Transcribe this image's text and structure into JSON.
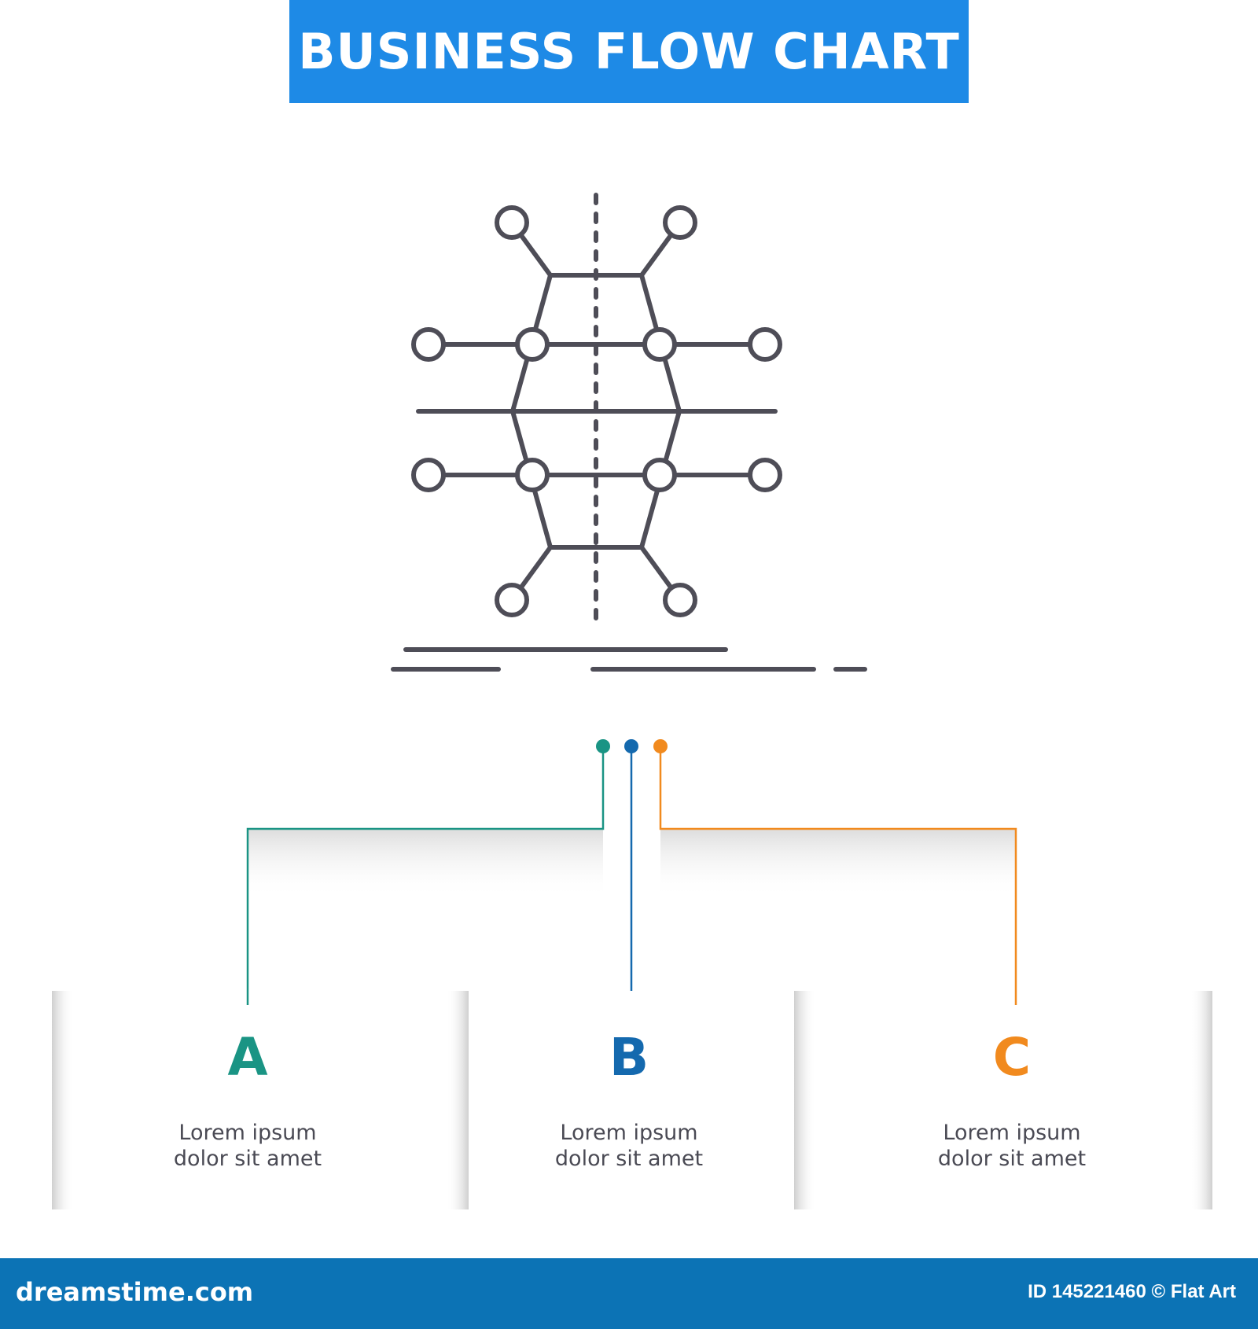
{
  "header": {
    "title": "BUSINESS FLOW CHART"
  },
  "colors": {
    "title_bar": "#1e8ae6",
    "icon_stroke": "#4e4d57",
    "branch_a": "#1a9484",
    "branch_b": "#1469ae",
    "branch_c": "#f18a1e",
    "footer": "#0c73b5"
  },
  "icon": {
    "name": "hexagon-network-icon"
  },
  "options": [
    {
      "letter": "A",
      "text_line1": "Lorem ipsum",
      "text_line2": "dolor sit amet"
    },
    {
      "letter": "B",
      "text_line1": "Lorem ipsum",
      "text_line2": "dolor sit amet"
    },
    {
      "letter": "C",
      "text_line1": "Lorem ipsum",
      "text_line2": "dolor sit amet"
    }
  ],
  "footer": {
    "brand": "dreamstime.com",
    "image_id": "ID 145221460 © Flat Art"
  }
}
